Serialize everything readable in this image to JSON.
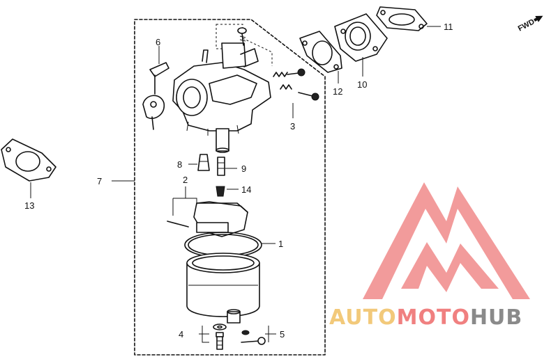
{
  "direction_label": "FWD",
  "callouts": {
    "c1": "1",
    "c2": "2",
    "c3": "3",
    "c4": "4",
    "c5": "5",
    "c6": "6",
    "c7": "7",
    "c8": "8",
    "c9": "9",
    "c10": "10",
    "c11": "11",
    "c12": "12",
    "c13": "13",
    "c14": "14"
  },
  "watermark": {
    "part1": "AUTO",
    "part2": "MOTO",
    "part3": "HUB",
    "color1": "#f2c97a",
    "color2": "#f08080",
    "color3": "#8a8a8a",
    "logo_color": "#f08a8a"
  }
}
